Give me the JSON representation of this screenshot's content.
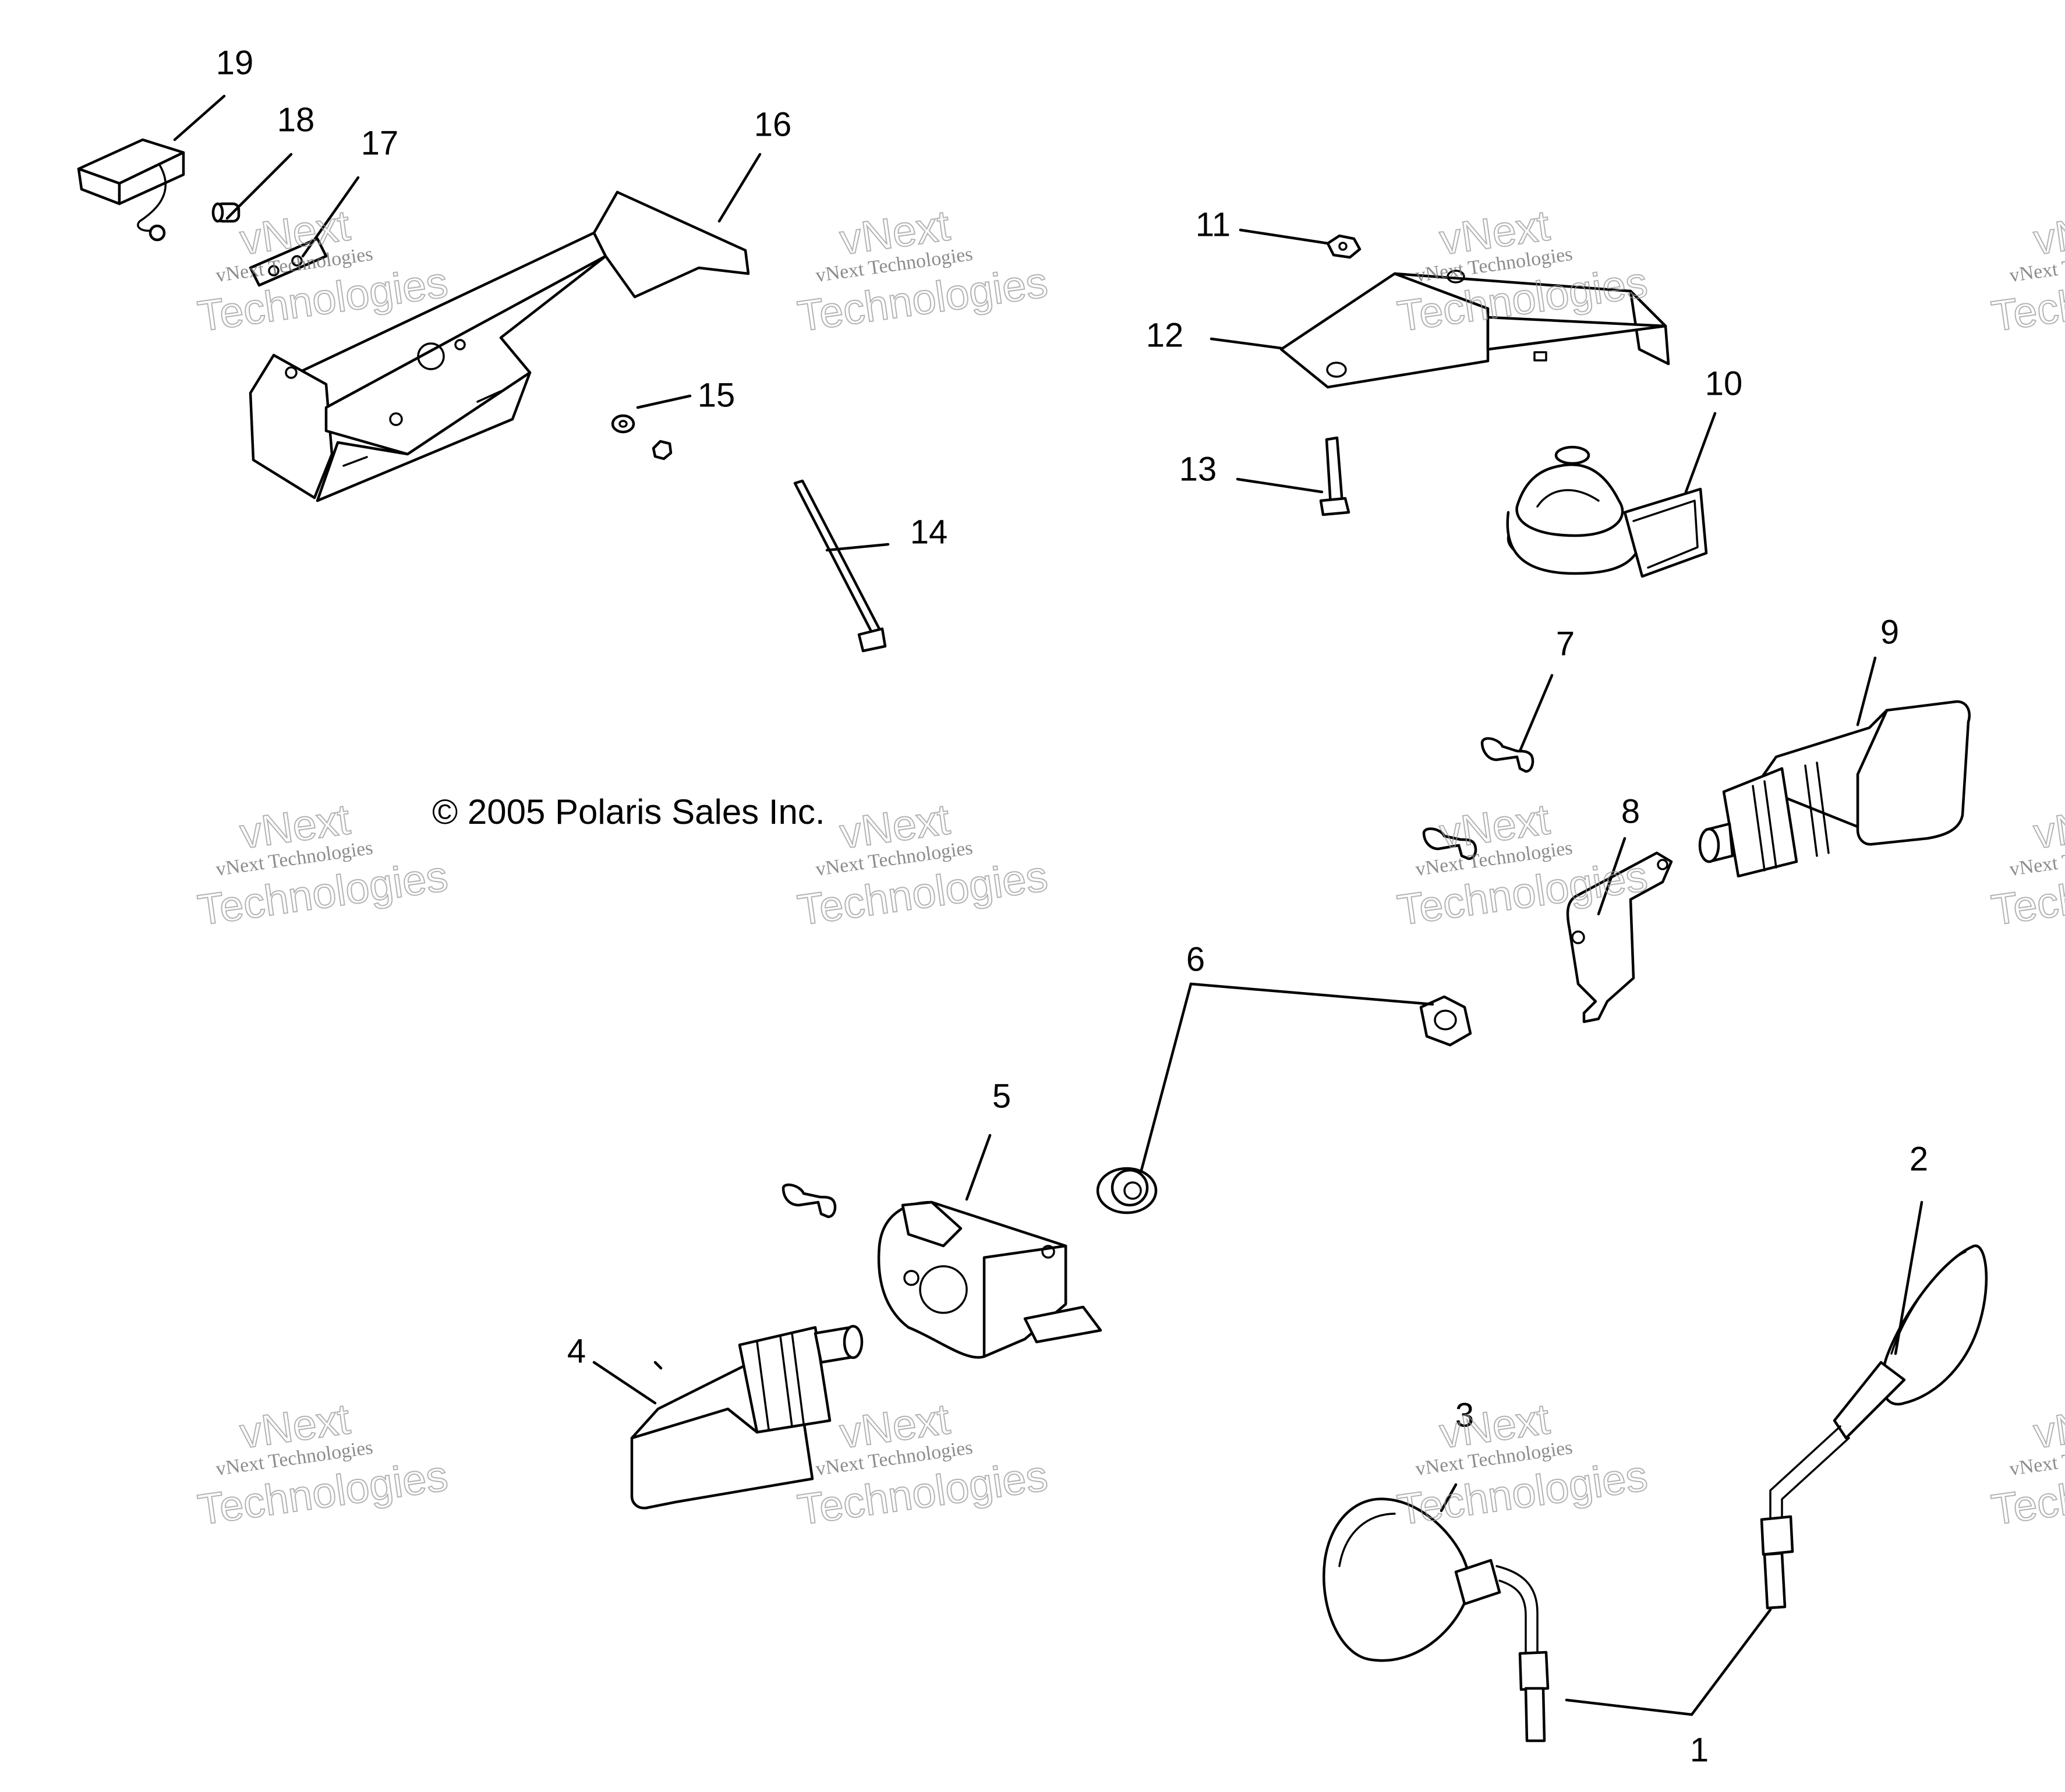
{
  "copyright": "© 2005 Polaris Sales Inc.",
  "callouts": [
    "1",
    "2",
    "3",
    "4",
    "5",
    "6",
    "7",
    "8",
    "9",
    "10",
    "11",
    "12",
    "13",
    "14",
    "15",
    "16",
    "17",
    "18",
    "19"
  ],
  "watermark": {
    "line1": "vNext",
    "line2": "vNext Technologies",
    "line3": "Technologies"
  },
  "colors": {
    "line": "#000000",
    "background": "#ffffff",
    "watermark": "#9a9a9a"
  }
}
